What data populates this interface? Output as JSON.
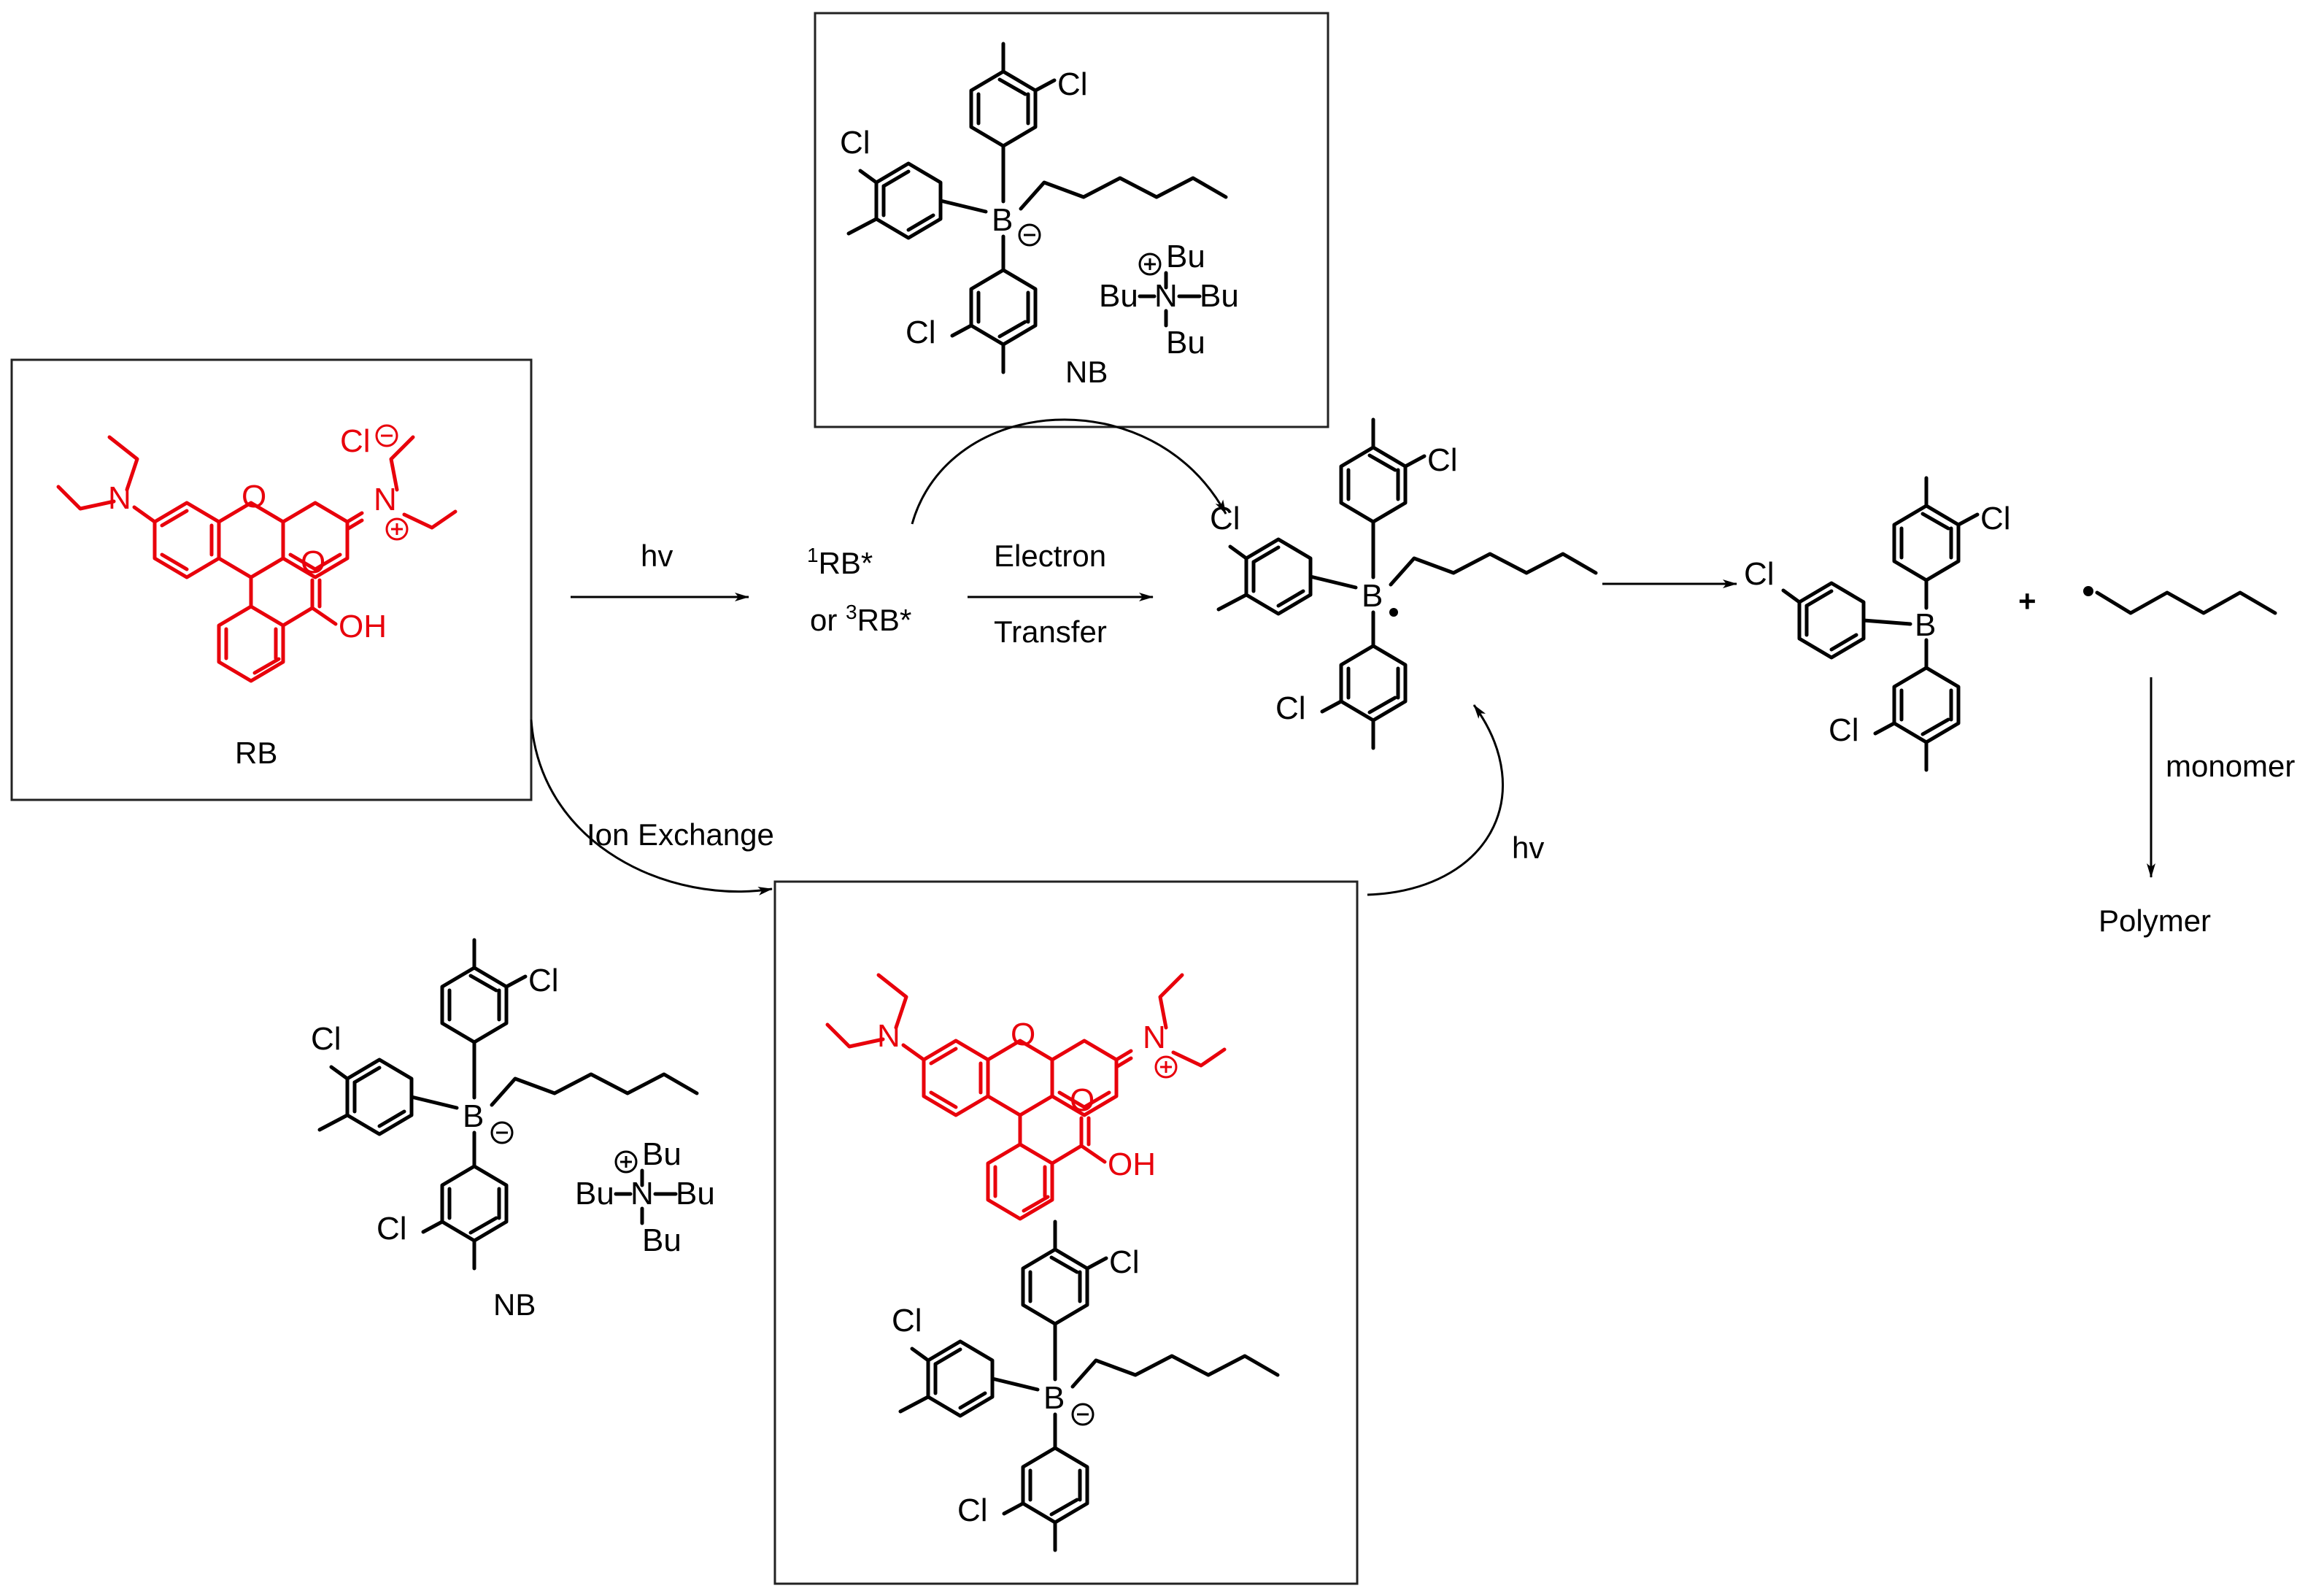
{
  "colors": {
    "dye": "#e8000b",
    "ink": "#000000",
    "frame": "#222222"
  },
  "labels": {
    "rb": "RB",
    "nb_top": "NB",
    "nb_bottom": "NB",
    "hv_first": "hv",
    "hv_second": "hv",
    "excited_singlet": "RB*",
    "excited_singlet_sup": "1",
    "or_text": "or ",
    "excited_triplet": "RB*",
    "excited_triplet_sup": "3",
    "electron": "Electron",
    "transfer": "Transfer",
    "ion_exchange": "Ion Exchange",
    "monomer": "monomer",
    "polymer": "Polymer",
    "plus": "+"
  },
  "atoms": {
    "cl": "Cl",
    "b": "B",
    "n": "N",
    "o": "O",
    "oh": "OH",
    "bu": "Bu",
    "minus": "−",
    "plus": "+",
    "radical": "•"
  }
}
